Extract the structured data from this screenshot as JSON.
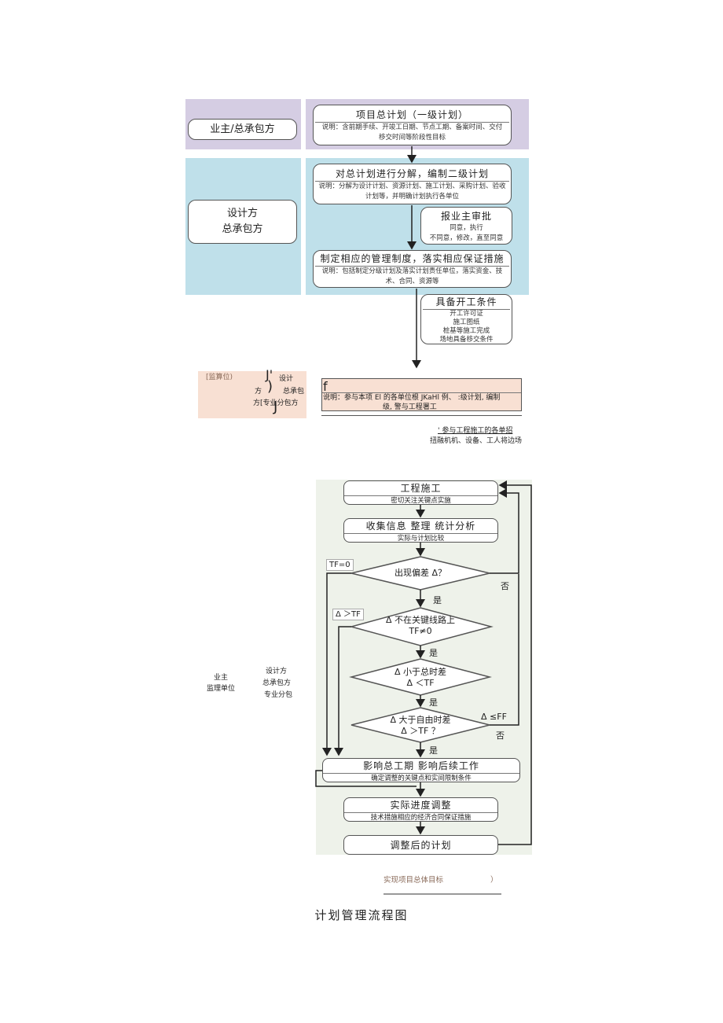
{
  "section1": {
    "row1": {
      "role": "业主/总承包方",
      "title": "项目总计划（一级计划）",
      "desc_line1": "说明：含前期手续、开竣工日期、节点工期、备案时间、交付",
      "desc_line2": "移交时间等阶段性目标"
    },
    "row2": {
      "role_line1": "设计方",
      "role_line2": "总承包方",
      "box1_title": "对总计划进行分解，编制二级计划",
      "box1_desc_line1": "说明：分解为设计计划、资源计划、施工计划、采购计划、验收",
      "box1_desc_line2": "计划等，并明确计划执行各单位",
      "approval_title": "报业主审批",
      "approval_line1": "同意，执行",
      "approval_line2": "不同意，修改，直至同意",
      "box2_title": "制定相应的管理制度，落实相应保证措施",
      "box2_desc_line1": "说明：包括制定分级计划及落实计划责任单位，落实资金、技",
      "box2_desc_line2": "术、合同、资源等"
    },
    "conditions": {
      "title": "具备开工条件",
      "items": [
        "开工许可证",
        "施工图纸",
        "桩基等施工完成",
        "场地具备移交条件"
      ]
    },
    "row3": {
      "left_label1": "[监算位)",
      "left_glyph1": "J'",
      "left_glyph2": ")",
      "left_glyph3": "J",
      "left_label2": "设计",
      "left_label3": "方",
      "left_label4": "总承包",
      "left_label5": "方[专业分包方",
      "box_glyph": "f",
      "desc_line1": "说明：参与本项 El 的各单位根 JKaHl 例、    :级计划, 编制",
      "desc_line2": "级, 警与工程署工"
    },
    "bottom_note_line1": "' 参与工程施工的各单招",
    "bottom_note_line2": "扭融机机、设备、工人将边场"
  },
  "section2": {
    "left_roles_line1": "业主",
    "left_roles_line2": "监理单位",
    "mid_roles": [
      "设计方",
      "总承包方",
      "专业分包"
    ],
    "box_construction": {
      "title": "工程施工",
      "sub": "密切关注关键点实施"
    },
    "box_collect": {
      "title": "收集信息 整理 统计分析",
      "sub": "实际与计划比较"
    },
    "d1": "出现偏差 Δ？",
    "d2_line1": "Δ 不在关键线路上",
    "d2_line2": "TF≠0",
    "d3_line1": "Δ 小于总时差",
    "d3_line2": "Δ ＜TF",
    "d4_line1": "Δ 大于自由时差",
    "d4_line2": "Δ ＞TF ？",
    "yes": "是",
    "no": "否",
    "tag_tf0": "TF=0",
    "tag_gt_tf": "Δ ＞TF",
    "tag_le_ff": "Δ ≤FF",
    "box_impact": {
      "title": "影响总工期 影响后续工作",
      "sub": "确定调整的关键点和实间限制条件"
    },
    "box_adjust": {
      "title": "实际进度调整",
      "sub": "技术措施相应的经济合同保证措施"
    },
    "box_final": {
      "title": "调整后的计划"
    },
    "goal_label": "实现项目总体目标",
    "goal_paren": "）"
  },
  "caption": "计划管理流程图"
}
